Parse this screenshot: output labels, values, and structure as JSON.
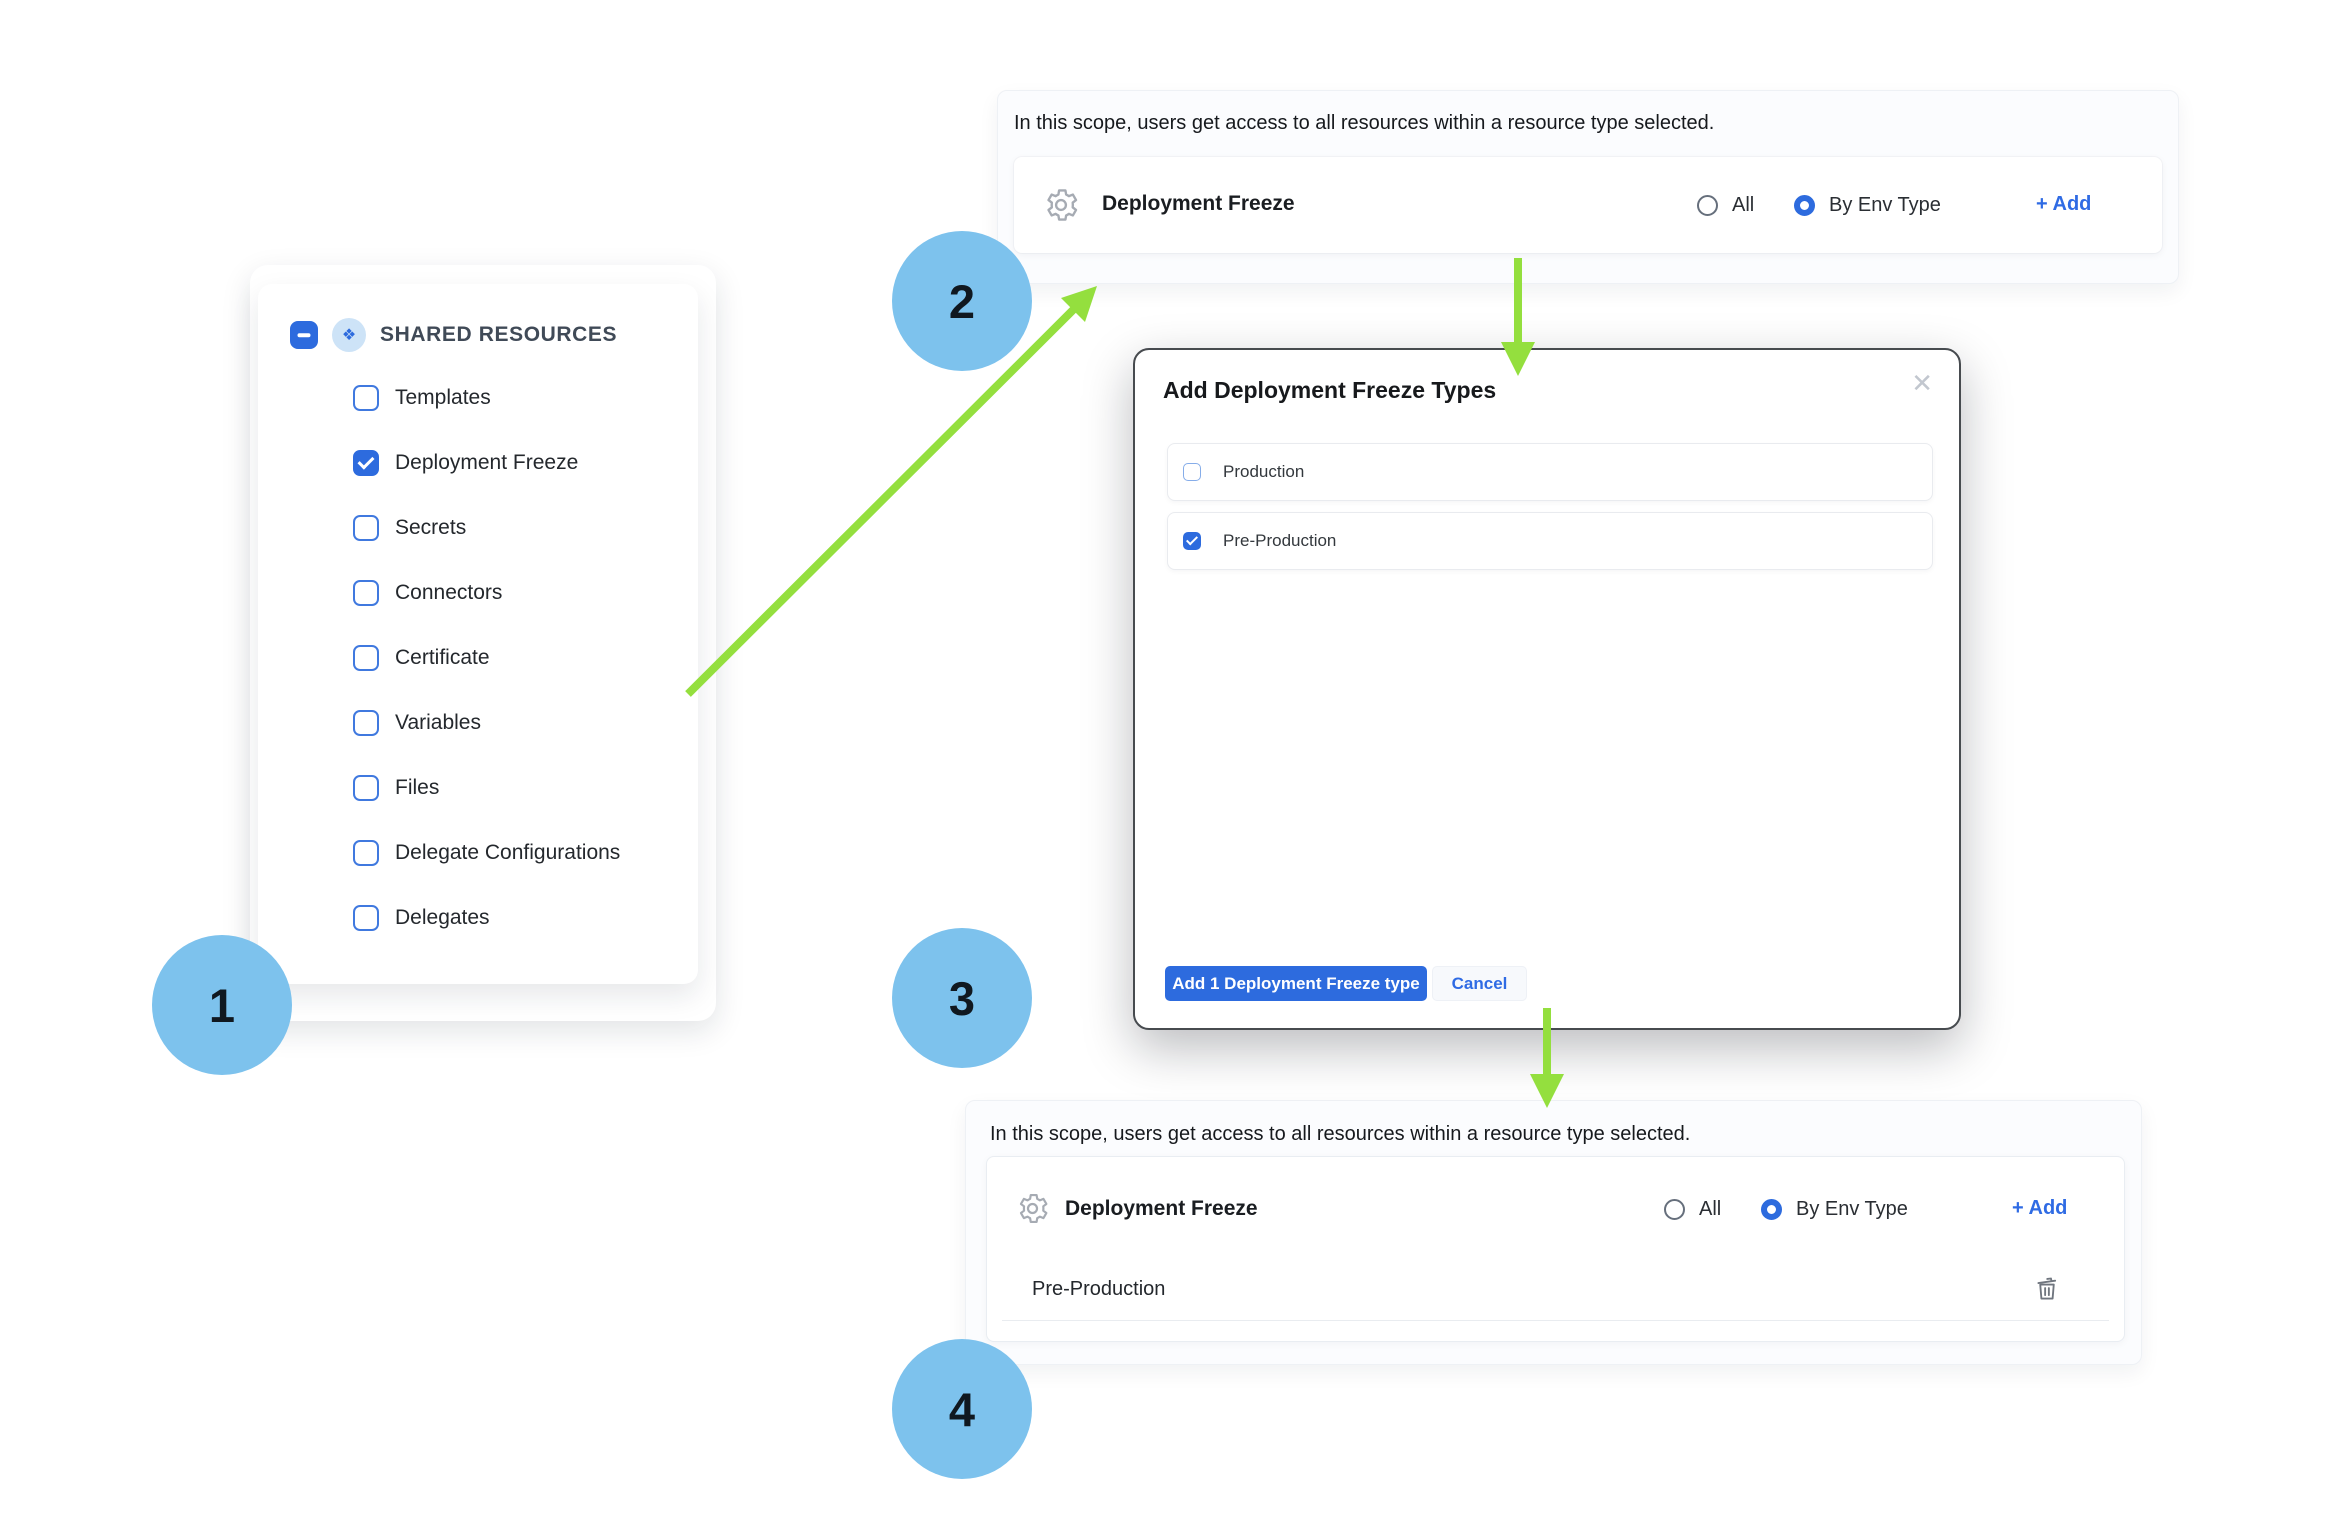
{
  "steps": [
    "1",
    "2",
    "3",
    "4"
  ],
  "resources_panel": {
    "header": "SHARED RESOURCES",
    "header_checked": true,
    "icon_glyph": "❖",
    "items": [
      {
        "label": "Templates",
        "checked": false
      },
      {
        "label": "Deployment Freeze",
        "checked": true
      },
      {
        "label": "Secrets",
        "checked": false
      },
      {
        "label": "Connectors",
        "checked": false
      },
      {
        "label": "Certificate",
        "checked": false
      },
      {
        "label": "Variables",
        "checked": false
      },
      {
        "label": "Files",
        "checked": false
      },
      {
        "label": "Delegate Configurations",
        "checked": false
      },
      {
        "label": "Delegates",
        "checked": false
      }
    ]
  },
  "scope_panel_top": {
    "description": "In this scope, users get access to all resources within a resource type selected.",
    "resource_label": "Deployment Freeze",
    "radio_all_label": "All",
    "radio_by_env_label": "By Env Type",
    "all_selected": false,
    "by_env_selected": true,
    "add_label": "+ Add"
  },
  "modal": {
    "title": "Add Deployment Freeze Types",
    "close_icon": "✕",
    "items": [
      {
        "label": "Production",
        "checked": false
      },
      {
        "label": "Pre-Production",
        "checked": true
      }
    ],
    "confirm_label": "Add 1 Deployment Freeze type",
    "cancel_label": "Cancel"
  },
  "scope_panel_bottom": {
    "description": "In this scope, users get access to all resources within a resource type selected.",
    "resource_label": "Deployment Freeze",
    "radio_all_label": "All",
    "radio_by_env_label": "By Env Type",
    "all_selected": false,
    "by_env_selected": true,
    "add_label": "+ Add",
    "selected_env": "Pre-Production"
  },
  "colors": {
    "primary_blue": "#2d6bde",
    "arrow_green": "#94df3e",
    "step_circle_blue": "#7dc2ed"
  }
}
